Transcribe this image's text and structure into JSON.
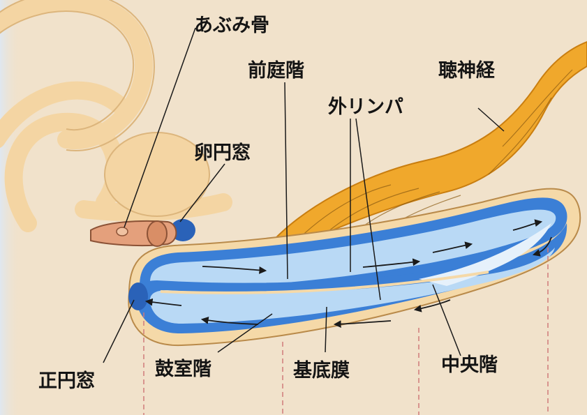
{
  "labels": {
    "stapes": "あぶみ骨",
    "scala_vestibuli": "前庭階",
    "auditory_nerve": "聴神経",
    "perilymph": "外リンパ",
    "oval_window": "卵円窓",
    "round_window": "正円窓",
    "scala_tympani": "鼓室階",
    "basilar_membrane": "基底膜",
    "scala_media": "中央階"
  },
  "colors": {
    "background": "#f1e2cb",
    "bone": "#f4d5a3",
    "bone_edge": "#dcb57c",
    "canal_outer": "#3b7fd6",
    "canal_inner": "#b9d9f5",
    "nerve": "#f0a82c",
    "wall": "#f5d9a8",
    "dashed": "#d07a7a",
    "arrow": "#1a1a1a"
  }
}
